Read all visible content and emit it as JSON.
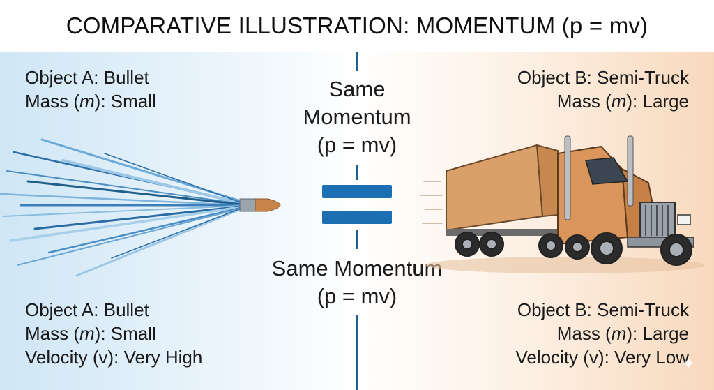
{
  "title": "COMPARATIVE ILLUSTRATION: MOMENTUM (p = mv)",
  "top_left": {
    "line1": "Object A: Bullet",
    "line2_prefix": "Mass (",
    "line2_var": "m",
    "line2_suffix": "): Small"
  },
  "top_right": {
    "line1": "Object B: Semi-Truck",
    "line2_prefix": "Mass (",
    "line2_var": "m",
    "line2_suffix": "): Large"
  },
  "center_top": {
    "line1": "Same",
    "line2": "Momentum",
    "line3": "(p = mv)"
  },
  "center_bottom": {
    "line1": "Same Momentum",
    "line2": "(p = mv)"
  },
  "bottom_left": {
    "line1": "Object A: Bullet",
    "line2_prefix": "Mass (",
    "line2_var": "m",
    "line2_suffix": "): Small",
    "line3": "Velocity (v): Very High"
  },
  "bottom_right": {
    "line1": "Object B: Semi-Truck",
    "line2_prefix": "Mass (",
    "line2_var": "m",
    "line2_suffix": "): Large",
    "line3": "Velocity (v): Very Low"
  },
  "colors": {
    "accent": "#1d6fb3",
    "divider": "#1f5f8a",
    "truck": "#d9955a",
    "left_bg": "#cfe6f5",
    "right_bg": "#f8d9bd"
  },
  "icons": {
    "bullet": "bullet-icon",
    "truck": "semi-truck-icon",
    "equals": "equals-sign-icon",
    "sparkle": "sparkle-icon"
  }
}
